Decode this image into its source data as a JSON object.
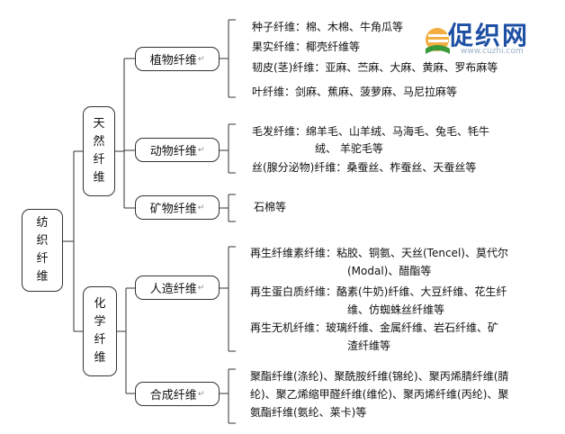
{
  "root": {
    "label": [
      "纺",
      "织",
      "纤",
      "维"
    ]
  },
  "natural": {
    "label": [
      "天",
      "然",
      "纤",
      "维"
    ],
    "plant": {
      "label": "植物纤维",
      "items": [
        "种子纤维：棉、木棉、牛角瓜等",
        "果实纤维：椰壳纤维等",
        "韧皮(茎)纤维：亚麻、苎麻、大麻、黄麻、罗布麻等",
        "叶纤维：剑麻、蕉麻、菠萝麻、马尼拉麻等"
      ]
    },
    "animal": {
      "label": "动物纤维",
      "items": [
        "毛发纤维：绵羊毛、山羊绒、马海毛、兔毛、牦牛",
        "绒、 羊驼毛等",
        "丝(腺分泌物)纤维：桑蚕丝、柞蚕丝、天蚕丝等"
      ]
    },
    "mineral": {
      "label": "矿物纤维",
      "items": [
        "石棉等"
      ]
    }
  },
  "chemical": {
    "label": [
      "化",
      "学",
      "纤",
      "维"
    ],
    "manmade": {
      "label": "人造纤维",
      "items": [
        "再生纤维素纤维：粘胶、铜氨、天丝(Tencel)、莫代尔",
        "(Modal)、醋酯等",
        "再生蛋白质纤维：酪素(牛奶)纤维、大豆纤维、花生纤",
        "维、仿蜘蛛丝纤维等",
        "再生无机纤维：玻璃纤维、金属纤维、岩石纤维、矿",
        "渣纤维等"
      ]
    },
    "synthetic": {
      "label": "合成纤维",
      "items": [
        "聚酯纤维(涤纶)、聚酰胺纤维(锦纶)、聚丙烯腈纤维(腈",
        "纶)、聚乙烯缩甲醛纤维(维伦)、聚丙烯纤维(丙纶)、聚",
        "氨酯纤维(氨纶、莱卡)等"
      ]
    }
  },
  "watermark": {
    "text": "促织网",
    "url": "www.cuzhi.com"
  },
  "colors": {
    "line": "#333333",
    "logo_blue": "#1d4fa3",
    "logo_orange": "#f0a020",
    "logo_green": "#3a9a3a"
  }
}
